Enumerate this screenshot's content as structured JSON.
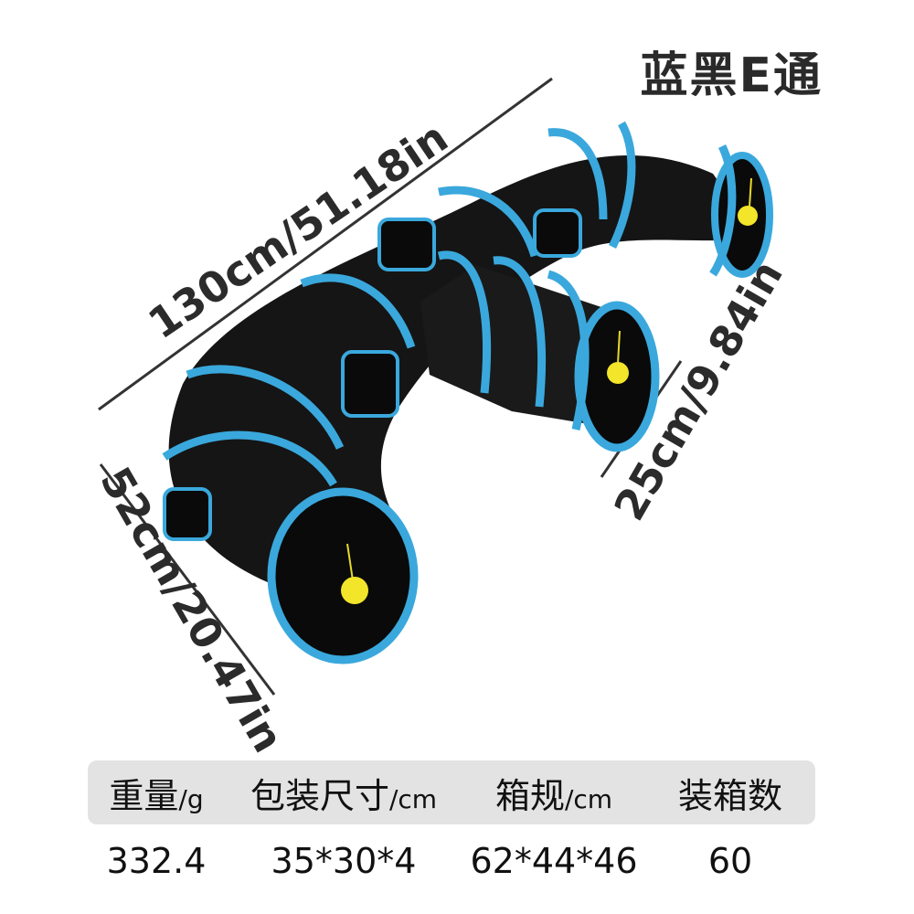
{
  "title": "蓝黑E通",
  "dimensions": {
    "length": "130cm/51.18in",
    "width": "25cm/9.84in",
    "height": "52cm/20.47in"
  },
  "colors": {
    "tunnel": "#151515",
    "trim": "#3aa8dc",
    "ball": "#f2e52a",
    "header_bg": "#e3e3e3"
  },
  "spec_table": {
    "headers": [
      {
        "label": "重量",
        "unit": "/g"
      },
      {
        "label": "包装尺寸",
        "unit": "/cm"
      },
      {
        "label": "箱规",
        "unit": "/cm"
      },
      {
        "label": "装箱数",
        "unit": ""
      }
    ],
    "values": [
      "332.4",
      "35*30*4",
      "62*44*46",
      "60"
    ]
  }
}
